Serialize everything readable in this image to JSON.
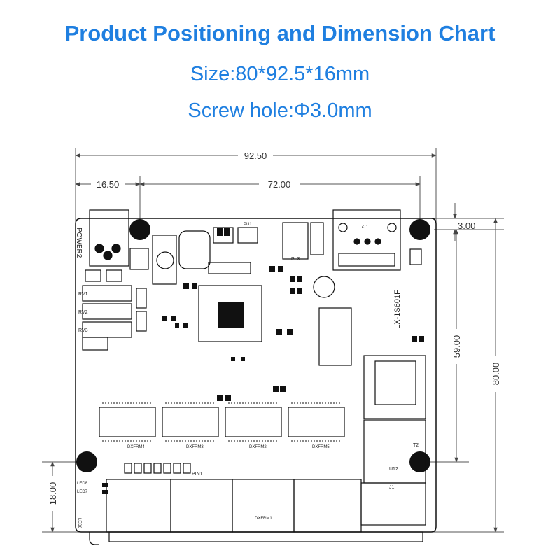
{
  "header": {
    "title": "Product Positioning and Dimension Chart",
    "size": "Size:80*92.5*16mm",
    "screw": "Screw hole:Φ3.0mm"
  },
  "dimensions": {
    "total_width": "92.50",
    "left_offset": "16.50",
    "hole_span": "72.00",
    "top_offset": "3.00",
    "vertical_span": "59.00",
    "total_height": "80.00",
    "port_height": "18.00"
  },
  "board_labels": {
    "power": "POWER2",
    "model": "LX-1S601F",
    "pin1": "PIN1",
    "xfrm4": "DXFRM4",
    "xfrm3": "DXFRM3",
    "xfrm2": "DXFRM2",
    "xfrm5": "DXFRM5",
    "xfrm1": "DXFRM1",
    "rv1": "RV1",
    "rv2": "RV2",
    "rv3": "RV3",
    "u12": "U12",
    "j1": "J1",
    "t2": "T2",
    "led8": "LED8",
    "led7": "LED7",
    "led6": "LED6",
    "pl3": "PL3",
    "pu1": "PU1",
    "j2": "J2"
  },
  "colors": {
    "title": "#1f7fe0",
    "line": "#111111",
    "dim_line": "#555555"
  }
}
